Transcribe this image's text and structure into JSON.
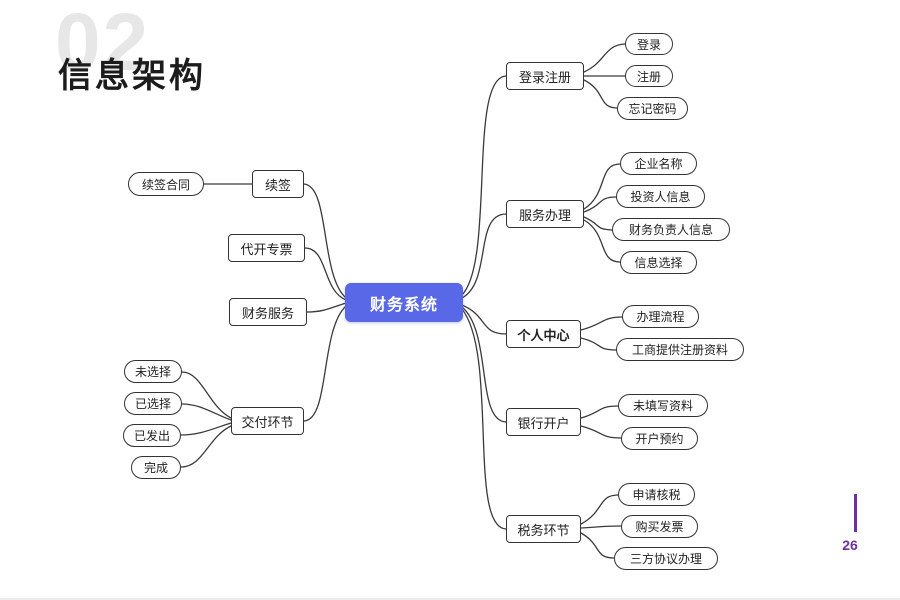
{
  "page": {
    "title": "信息架构",
    "watermark": "02",
    "page_number": "26"
  },
  "colors": {
    "root_node_bg": "#5968e6",
    "accent_purple": "#7030a0",
    "node_border": "#333333"
  },
  "mindmap": {
    "root": {
      "label": "财务系统"
    },
    "left_branches": [
      {
        "label": "续签",
        "children": [
          "续签合同"
        ]
      },
      {
        "label": "代开专票",
        "children": []
      },
      {
        "label": "财务服务",
        "children": []
      },
      {
        "label": "交付环节",
        "children": [
          "未选择",
          "已选择",
          "已发出",
          "完成"
        ]
      }
    ],
    "right_branches": [
      {
        "label": "登录注册",
        "children": [
          "登录",
          "注册",
          "忘记密码"
        ]
      },
      {
        "label": "服务办理",
        "children": [
          "企业名称",
          "投资人信息",
          "财务负责人信息",
          "信息选择"
        ]
      },
      {
        "label": "个人中心",
        "children": [
          "办理流程",
          "工商提供注册资料"
        ]
      },
      {
        "label": "银行开户",
        "children": [
          "未填写资料",
          "开户预约"
        ]
      },
      {
        "label": "税务环节",
        "children": [
          "申请核税",
          "购买发票",
          "三方协议办理"
        ]
      }
    ]
  }
}
